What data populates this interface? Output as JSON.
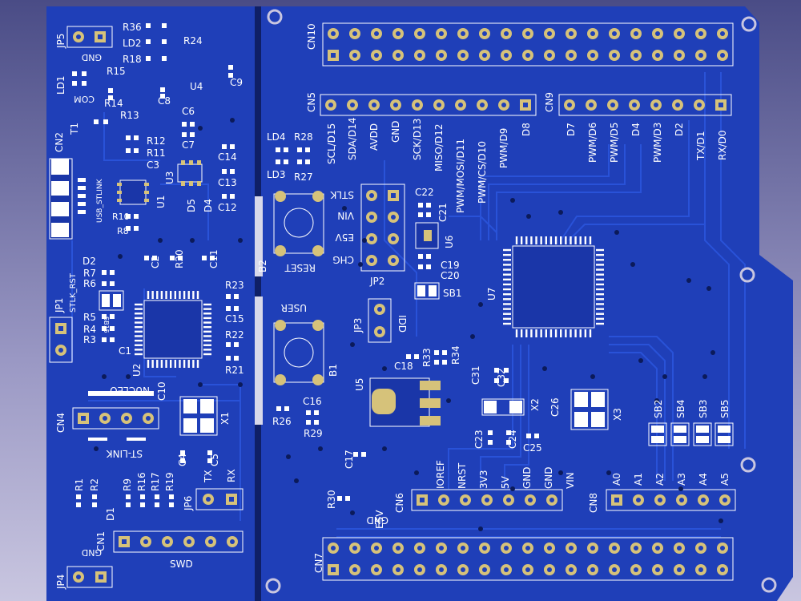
{
  "board": {
    "colors": {
      "pcb": "#1f3fb8",
      "pcb_dark": "#16309a",
      "trace": "#2a52d8",
      "copper": "#d6c27a",
      "silk": "#ffffff",
      "background": "#7d7bb0"
    }
  },
  "headers": {
    "cn10": "CN10",
    "cn5": "CN5",
    "cn9": "CN9",
    "cn6": "CN6",
    "cn8": "CN8",
    "cn7": "CN7",
    "cn5_pins": [
      "SCL/D15",
      "SDA/D14",
      "AVDD",
      "GND",
      "SCK/D13",
      "MISO/D12",
      "PWM/MOSI/D11",
      "PWM/CS/D10",
      "PWM/D9",
      "D8"
    ],
    "cn9_pins": [
      "D7",
      "PWM/D6",
      "PWM/D5",
      "D4",
      "PWM/D3",
      "D2",
      "TX/D1",
      "RX/D0"
    ],
    "cn6_pins": [
      "IOREF",
      "NRST",
      "3V3",
      "5V",
      "GND",
      "GND",
      "VIN"
    ],
    "cn8_pins": [
      "A0",
      "A1",
      "A2",
      "A3",
      "A4",
      "A5"
    ],
    "cn6_side": [
      "E5V",
      "GND"
    ]
  },
  "left_labels": {
    "jp5": "JP5",
    "gnd_top": "GND",
    "ld1": "LD1",
    "com": "COM",
    "t1": "T1",
    "cn2": "CN2",
    "usb_stlink": "USB_STLINK",
    "jp1": "JP1",
    "stlk_rst": "STLK_RST",
    "sb15": "SB15",
    "cn4": "CN4",
    "nucleo": "NUCLEO",
    "st_link": "ST-LINK",
    "cn1": "CN1",
    "swd": "SWD",
    "jp4": "JP4",
    "gnd_bottom": "GND",
    "jp6": "JP6",
    "tx": "TX",
    "rx": "RX",
    "x1": "X1",
    "u1": "U1",
    "u2": "U2",
    "u3": "U3",
    "u4": "U4",
    "d1": "D1",
    "d2": "D2",
    "d4": "D4",
    "d5": "D5"
  },
  "ref_des": {
    "r36": "R36",
    "ld2": "LD2",
    "r18": "R18",
    "r24": "R24",
    "r15": "R15",
    "r14": "R14",
    "c8": "C8",
    "c9": "C9",
    "r13": "R13",
    "r12": "R12",
    "r11": "R11",
    "c3": "C3",
    "c6": "C6",
    "c7": "C7",
    "c14": "C14",
    "c13": "C13",
    "c12": "C12",
    "r10": "R10",
    "r8": "R8",
    "c2": "C2",
    "r20": "R20",
    "c11": "C11",
    "r7": "R7",
    "r6": "R6",
    "r5": "R5",
    "r4": "R4",
    "r3": "R3",
    "c1": "C1",
    "r23": "R23",
    "c15": "C15",
    "r22": "R22",
    "r21": "R21",
    "c10": "C10",
    "c4": "C4",
    "c5": "C5",
    "r1": "R1",
    "r2": "R2",
    "r9": "R9",
    "r16": "R16",
    "r17": "R17",
    "r19": "R19"
  },
  "middle_labels": {
    "ld4": "LD4",
    "r28": "R28",
    "ld3": "LD3",
    "r27": "R27",
    "stlk": "STLK",
    "vin": "VIN",
    "e5v": "E5V",
    "chg": "CHG",
    "jp2": "JP2",
    "b2": "B2",
    "reset": "RESET",
    "user": "USER",
    "b1": "B1",
    "jp3": "JP3",
    "idd": "IDD",
    "c16": "C16",
    "r26": "R26",
    "r29": "R29",
    "u5": "U5",
    "c17": "C17",
    "r30": "R30",
    "c18": "C18",
    "r33": "R33",
    "r34": "R34",
    "c22": "C22",
    "c21": "C21",
    "u6": "U6",
    "c19": "C19",
    "c20": "C20",
    "sb1": "SB1"
  },
  "right_labels": {
    "u7": "U7",
    "c31": "C31",
    "c32": "C32",
    "x2": "X2",
    "c26": "C26",
    "x3": "X3",
    "c23": "C23",
    "c24": "C24",
    "c25": "C25",
    "sb2": "SB2",
    "sb4": "SB4",
    "sb3": "SB3",
    "sb5": "SB5"
  }
}
